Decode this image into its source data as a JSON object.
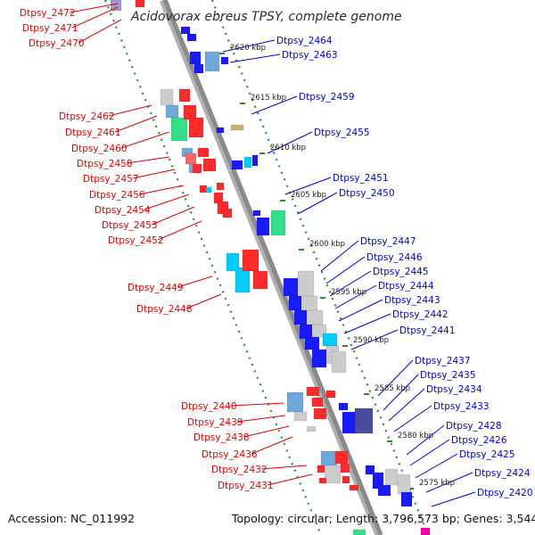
{
  "title": "Acidovorax ebreus TPSY, complete genome",
  "footer": {
    "accession": "Accession: NC_011992",
    "summary": "Topology: circular; Length: 3,796,573 bp; Genes: 3,544"
  },
  "colors": {
    "forward_gene": "#ff1a1a",
    "reverse_gene": "#1a1aff",
    "forward_label": "#e00000",
    "reverse_label": "#0000dd",
    "backbone": "#8a8a8a",
    "ruler_dots": "#2e8b2e"
  },
  "ruler_labels": [
    "2620 kbp",
    "2615 kbp",
    "2610 kbp",
    "2605 kbp",
    "2600 kbp",
    "2595 kbp",
    "2590 kbp",
    "2585 kbp",
    "2580 kbp",
    "2575 kbp"
  ],
  "left_labels": [
    "Dtpsy_2472",
    "Dtpsy_2471",
    "Dtpsy_2470",
    "Dtpsy_2462",
    "Dtpsy_2461",
    "Dtpsy_2460",
    "Dtpsy_2458",
    "Dtpsy_2457",
    "Dtpsy_2456",
    "Dtpsy_2454",
    "Dtpsy_2453",
    "Dtpsy_2452",
    "Dtpsy_2449",
    "Dtpsy_2448",
    "Dtpsy_2440",
    "Dtpsy_2439",
    "Dtpsy_2438",
    "Dtpsy_2436",
    "Dtpsy_2432",
    "Dtpsy_2431"
  ],
  "right_labels": [
    "Dtpsy_2464",
    "Dtpsy_2463",
    "Dtpsy_2459",
    "Dtpsy_2455",
    "Dtpsy_2451",
    "Dtpsy_2450",
    "Dtpsy_2447",
    "Dtpsy_2446",
    "Dtpsy_2445",
    "Dtpsy_2444",
    "Dtpsy_2443",
    "Dtpsy_2442",
    "Dtpsy_2441",
    "Dtpsy_2437",
    "Dtpsy_2435",
    "Dtpsy_2434",
    "Dtpsy_2433",
    "Dtpsy_2428",
    "Dtpsy_2426",
    "Dtpsy_2425",
    "Dtpsy_2424",
    "Dtpsy_2420"
  ]
}
